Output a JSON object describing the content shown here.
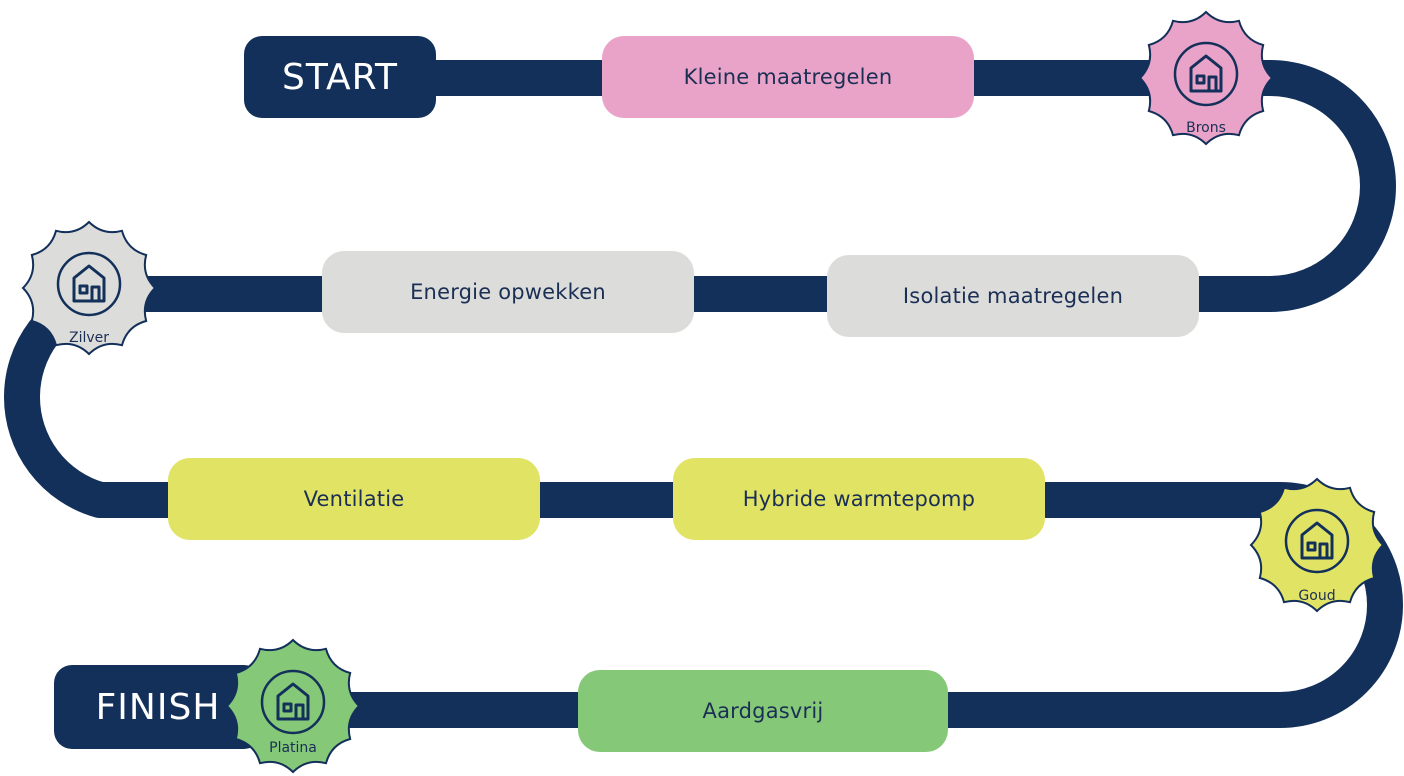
{
  "start_label": "START",
  "finish_label": "FINISH",
  "steps": [
    {
      "label": "Kleine maatregelen",
      "color": "#e9a3c8"
    },
    {
      "label": "Isolatie maatregelen",
      "color": "#dcdcdb"
    },
    {
      "label": "Energie opwekken",
      "color": "#dcdcdb"
    },
    {
      "label": "Ventilatie",
      "color": "#e1e365"
    },
    {
      "label": "Hybride warmtepomp",
      "color": "#e1e365"
    },
    {
      "label": "Aardgasvrij",
      "color": "#85c878"
    }
  ],
  "badges": [
    {
      "label": "Brons",
      "icon": "house-icon",
      "color": "#e9a3c8"
    },
    {
      "label": "Zilver",
      "icon": "house-icon",
      "color": "#dcdcdb"
    },
    {
      "label": "Goud",
      "icon": "house-icon",
      "color": "#e1e365"
    },
    {
      "label": "Platina",
      "icon": "house-icon",
      "color": "#85c878"
    }
  ],
  "colors": {
    "road": "#13305a",
    "text": "#1b2f55"
  }
}
